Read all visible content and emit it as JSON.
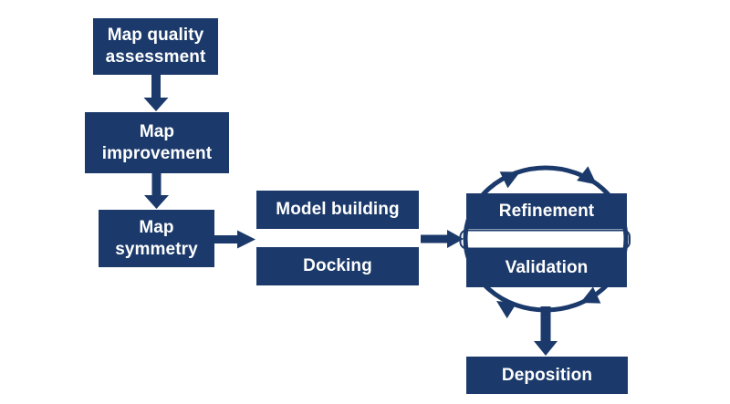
{
  "palette": {
    "navy": "#1b3a6b",
    "node_text": "#ffffff",
    "background": "#ffffff"
  },
  "nodes": {
    "map_quality_assessment": {
      "label": "Map quality\nassessment"
    },
    "map_improvement": {
      "label": "Map\nimprovement"
    },
    "map_symmetry": {
      "label": "Map\nsymmetry"
    },
    "model_building": {
      "label": "Model building"
    },
    "docking": {
      "label": "Docking"
    },
    "refinement": {
      "label": "Refinement"
    },
    "validation": {
      "label": "Validation"
    },
    "deposition": {
      "label": "Deposition"
    }
  },
  "edges": [
    {
      "from": "map_quality_assessment",
      "to": "map_improvement",
      "type": "arrow-down"
    },
    {
      "from": "map_improvement",
      "to": "map_symmetry",
      "type": "arrow-down"
    },
    {
      "from": "map_symmetry",
      "to": "model_building + docking",
      "type": "arrow-right"
    },
    {
      "from": "model_building + docking",
      "to": "refinement + validation",
      "type": "arrow-right"
    },
    {
      "from": "refinement",
      "to": "validation",
      "type": "clockwise-cycle"
    },
    {
      "from": "refinement + validation",
      "to": "deposition",
      "type": "arrow-down"
    }
  ]
}
